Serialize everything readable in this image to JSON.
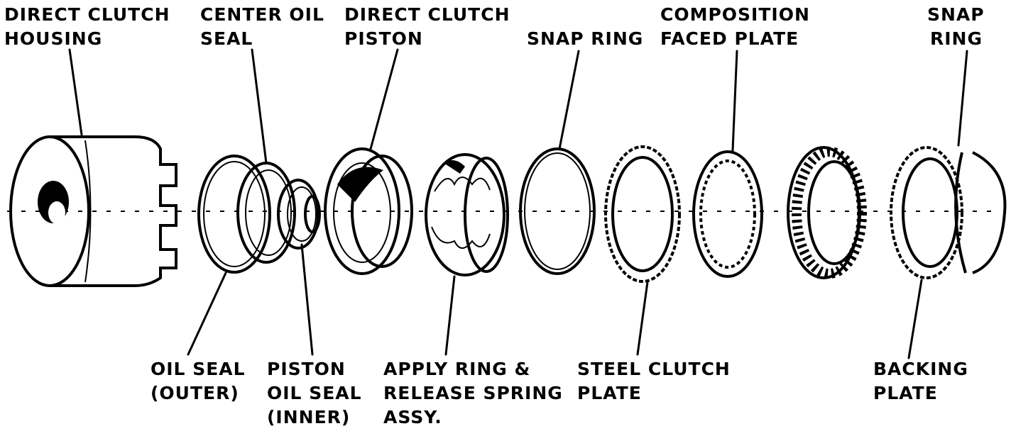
{
  "labels": {
    "direct_clutch_housing": [
      "DIRECT CLUTCH",
      "HOUSING"
    ],
    "center_oil_seal": [
      "CENTER OIL",
      "SEAL"
    ],
    "direct_clutch_piston": [
      "DIRECT CLUTCH",
      "PISTON"
    ],
    "snap_ring_1": [
      "SNAP RING"
    ],
    "composition_faced_plate": [
      "COMPOSITION",
      "FACED PLATE"
    ],
    "snap_ring_2": [
      "SNAP",
      "RING"
    ],
    "oil_seal_outer": [
      "OIL SEAL",
      "(OUTER)"
    ],
    "piston_oil_seal_inner": [
      "PISTON",
      "OIL SEAL",
      "(INNER)"
    ],
    "apply_ring": [
      "APPLY RING &",
      "RELEASE SPRING",
      "ASSY."
    ],
    "steel_clutch_plate": [
      "STEEL CLUTCH",
      "PLATE"
    ],
    "backing_plate": [
      "BACKING",
      "PLATE"
    ]
  }
}
